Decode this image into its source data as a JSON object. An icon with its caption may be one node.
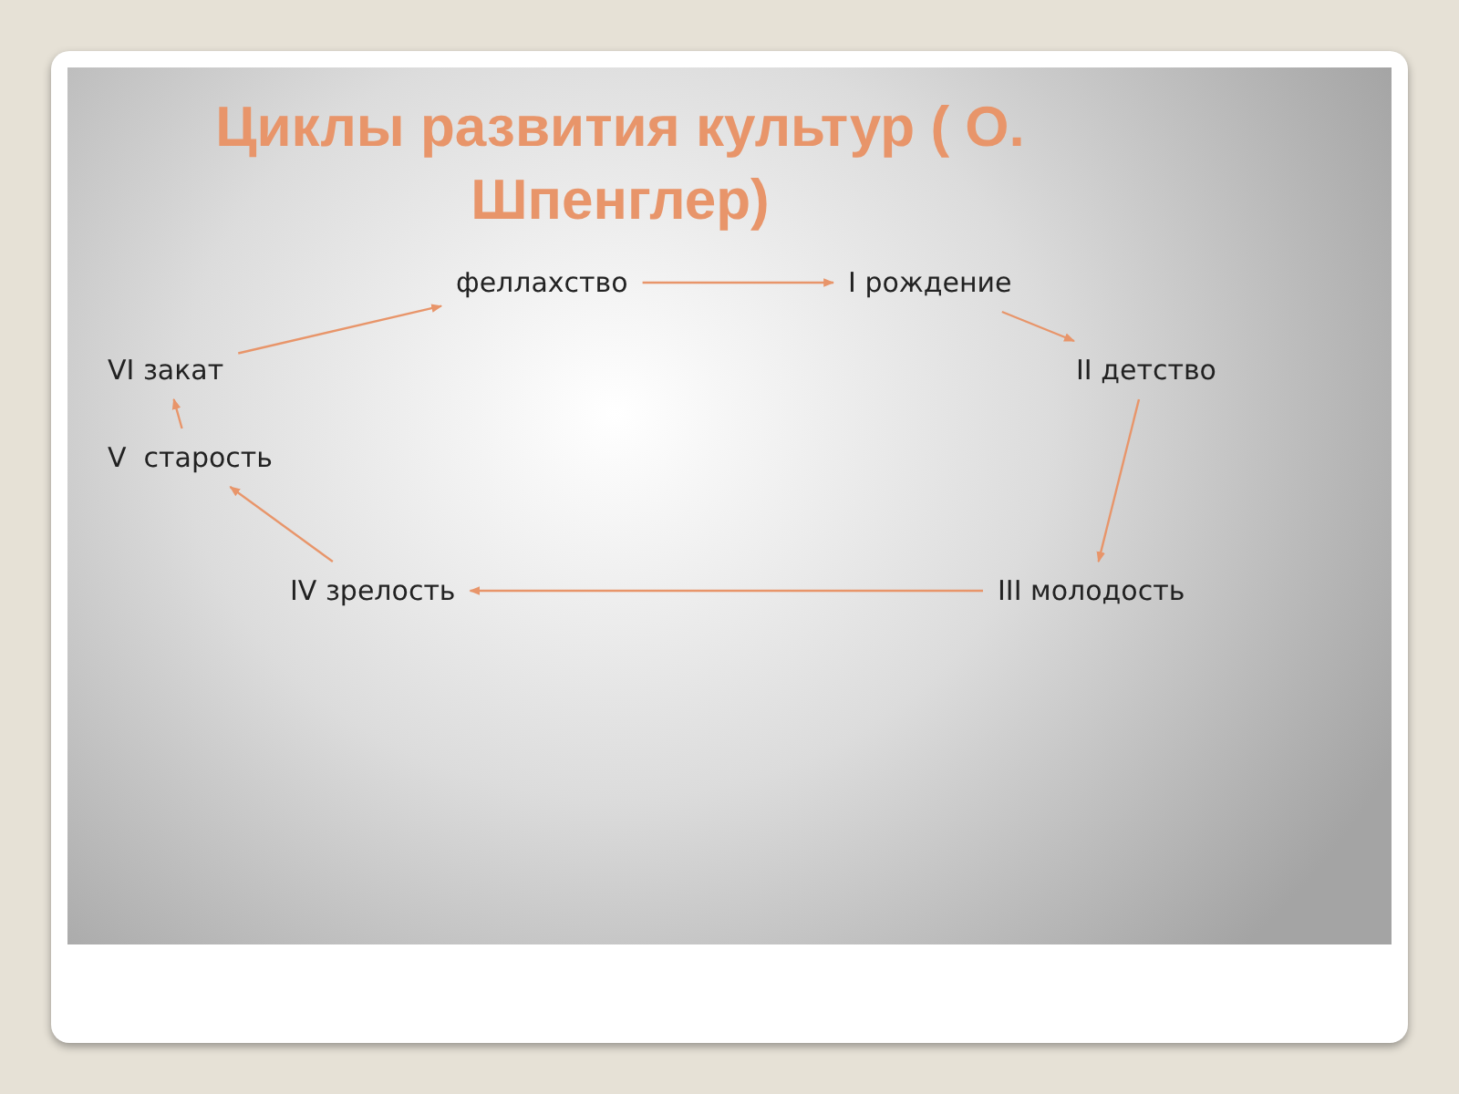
{
  "diagram": {
    "title": "Циклы развития культур ( О. Шпенглер)",
    "nodes": [
      {
        "text": [
          "феллахство"
        ]
      },
      {
        "text": [
          "I рождение"
        ]
      },
      {
        "text": [
          "II детство"
        ]
      },
      {
        "text": [
          "III молодость"
        ]
      },
      {
        "text": [
          "IV зрелость"
        ]
      },
      {
        "text": [
          "V  старость"
        ]
      },
      {
        "text": [
          "VI закат"
        ]
      }
    ],
    "edges": [
      {
        "from": 0,
        "to": 1,
        "arrow": "to"
      },
      {
        "from": 1,
        "to": 2,
        "arrow": "to"
      },
      {
        "from": 2,
        "to": 3,
        "arrow": "to"
      },
      {
        "from": 3,
        "to": 4,
        "arrow": "to"
      },
      {
        "from": 4,
        "to": 5,
        "arrow": "to"
      },
      {
        "from": 5,
        "to": 6,
        "arrow": "to"
      },
      {
        "from": 6,
        "to": 0,
        "arrow": "to"
      }
    ]
  }
}
